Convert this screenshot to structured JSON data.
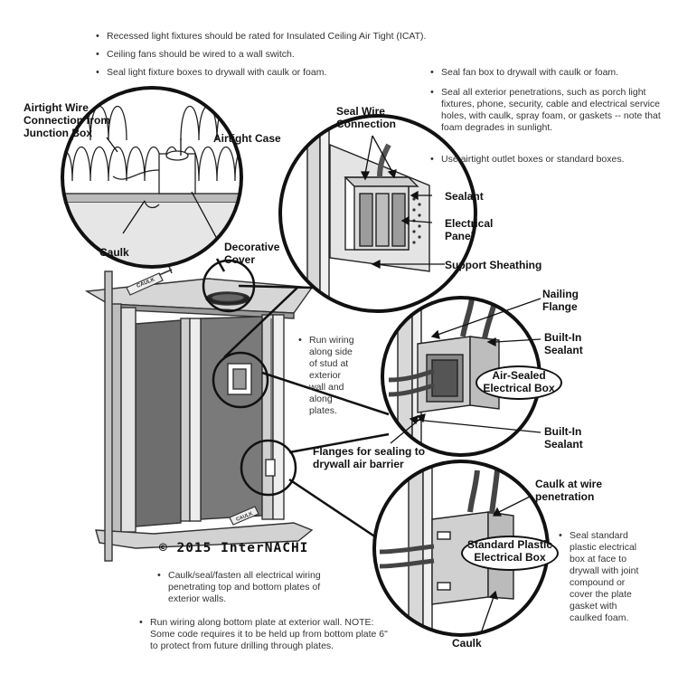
{
  "notes": {
    "top_left": [
      "Recessed light fixtures should be rated for Insulated Ceiling Air Tight (ICAT).",
      "Ceiling fans should be wired to a wall switch.",
      "Seal light fixture boxes to drywall with caulk or foam."
    ],
    "top_right": [
      "Seal fan box to drywall with caulk or foam.",
      "Seal all exterior penetrations, such as porch light fixtures, phone, security, cable and electrical service holes, with caulk, spray foam, or gaskets -- note that foam degrades in sunlight.",
      "Use airtight outlet boxes or standard boxes."
    ],
    "run_wiring_stud": "Run wiring along side of stud at exterior wall and along plates.",
    "caulk_plates": "Caulk/seal/fasten all electrical wiring penetrating top and bottom plates of exterior walls.",
    "bottom_plate": "Run wiring along bottom plate at exterior wall. NOTE: Some code requires it to be held up from bottom plate 6\" to protect from future drilling through plates.",
    "seal_plastic_box": "Seal standard plastic electrical box at face to drywall with joint compound or cover the plate gasket with caulked foam."
  },
  "labels": {
    "airtight_wire": "Airtight Wire Connection from Junction Box",
    "airtight_case": "Airtight Case",
    "caulk_top": "Caulk",
    "decorative_cover": "Decorative Cover",
    "seal_wire": "Seal Wire Connection",
    "sealant": "Sealant",
    "electrical_panel": "Electrical Panel",
    "support_sheathing": "Support Sheathing",
    "nailing_flange": "Nailing Flange",
    "built_in_sealant_1": "Built-In Sealant",
    "air_sealed_box": "Air-Sealed Electrical Box",
    "built_in_sealant_2": "Built-In Sealant",
    "flanges": "Flanges for sealing to drywall air barrier",
    "caulk_wire": "Caulk at wire penetration",
    "standard_plastic_box": "Standard Plastic Electrical Box",
    "caulk_bottom": "Caulk",
    "caulk_tube_1": "CAULK",
    "caulk_tube_2": "CAULK"
  },
  "copyright": "© 2015 InterNACHI"
}
